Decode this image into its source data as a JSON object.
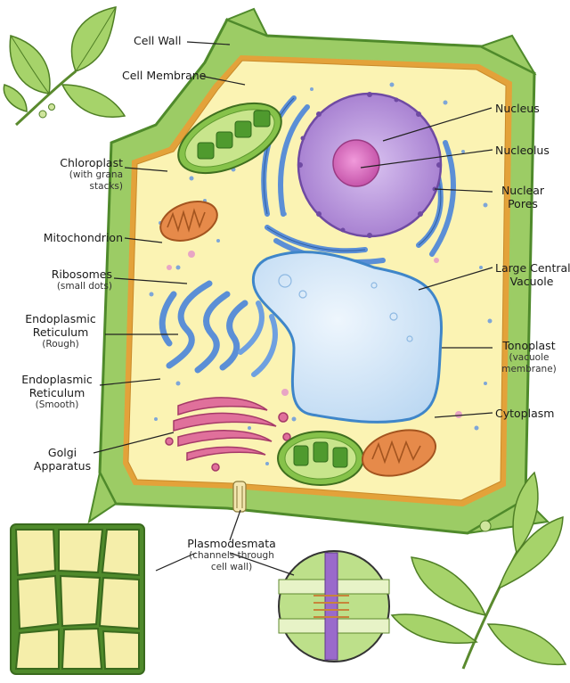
{
  "labels": {
    "cell_wall": "Cell Wall",
    "cell_membrane": "Cell Membrane",
    "chloroplast": "Chloroplast",
    "chloroplast_note": "(with grana stacks)",
    "mitochondrion": "Mitochondrion",
    "ribosomes": "Ribosomes",
    "ribosomes_note": "(small dots)",
    "er_rough_1": "Endoplasmic",
    "er_rough_2": "Reticulum",
    "er_rough_note": "(Rough)",
    "er_smooth_1": "Endoplasmic",
    "er_smooth_2": "Reticulum",
    "er_smooth_note": "(Smooth)",
    "golgi_1": "Golgi",
    "golgi_2": "Apparatus",
    "nucleus": "Nucleus",
    "nucleolus": "Nucleolus",
    "nuclear_pores_1": "Nuclear",
    "nuclear_pores_2": "Pores",
    "vacuole_1": "Large Central",
    "vacuole_2": "Vacuole",
    "tonoplast": "Tonoplast",
    "tonoplast_note_1": "(vacuole",
    "tonoplast_note_2": "membrane)",
    "cytoplasm": "Cytoplasm",
    "plasmodesmata": "Plasmodesmata",
    "plasmodesmata_note_1": "(channels through",
    "plasmodesmata_note_2": "cell wall)"
  },
  "colors": {
    "cell_wall": "#9ccc65",
    "cell_wall_edge": "#4f8a2b",
    "membrane": "#e3a23a",
    "cytoplasm": "#fbf3b3",
    "nucleus": "#b48fd9",
    "nucleolus": "#d86bbd",
    "vacuole": "#cfe4f7",
    "vacuole_edge": "#3f86c9",
    "er": "#5b8fd6",
    "golgi": "#e0709b",
    "mitochondrion": "#e68a4a",
    "chloroplast": "#86c24a",
    "leaf": "#a6d36a"
  }
}
